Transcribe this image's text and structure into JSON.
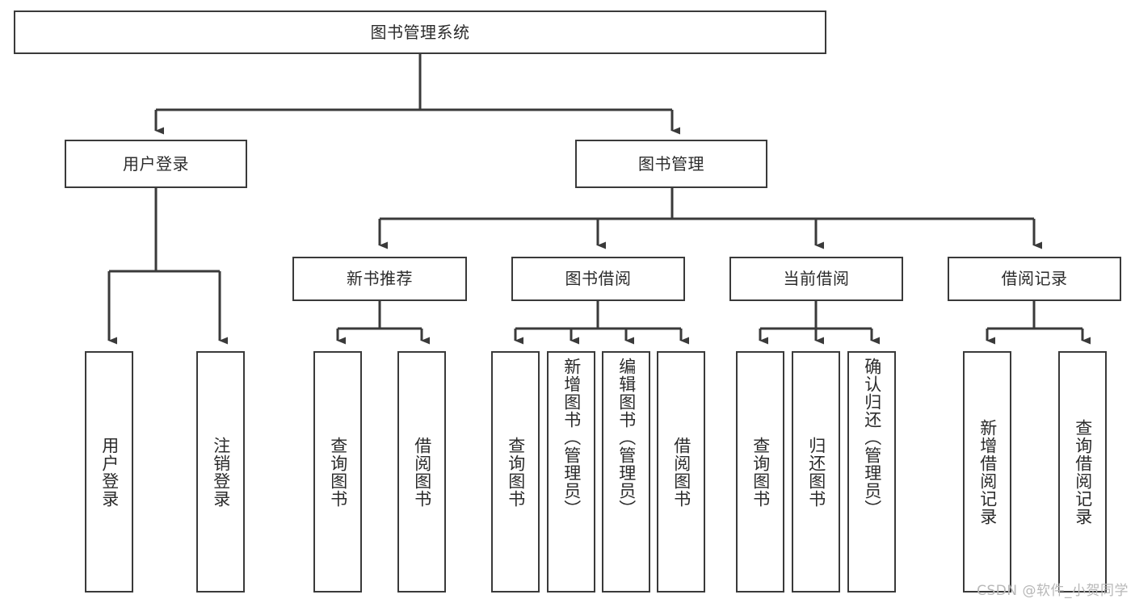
{
  "diagram": {
    "type": "tree-hierarchy-chart",
    "title_node": "图书管理系统",
    "stroke_color": "#3a3a3a",
    "text_color": "#2b2b2b",
    "background_color": "#ffffff",
    "levels": 4,
    "level1": [
      {
        "id": "root",
        "label": "图书管理系统"
      }
    ],
    "level2": [
      {
        "id": "user-login",
        "label": "用户登录"
      },
      {
        "id": "book-manage",
        "label": "图书管理"
      }
    ],
    "level3": [
      {
        "id": "new-book-recommend",
        "label": "新书推荐"
      },
      {
        "id": "book-borrow",
        "label": "图书借阅"
      },
      {
        "id": "current-borrow",
        "label": "当前借阅"
      },
      {
        "id": "borrow-record",
        "label": "借阅记录"
      }
    ],
    "leaves": {
      "user_login": [
        {
          "id": "leaf-user-login",
          "label": "用户登录"
        },
        {
          "id": "leaf-logout-login",
          "label": "注销登录"
        }
      ],
      "new_book_recommend": [
        {
          "id": "leaf-query-book-1",
          "label": "查询图书"
        },
        {
          "id": "leaf-borrow-book-1",
          "label": "借阅图书"
        }
      ],
      "book_borrow": [
        {
          "id": "leaf-query-book-2",
          "label": "查询图书"
        },
        {
          "id": "leaf-add-book",
          "label": "新增图书（管理员）"
        },
        {
          "id": "leaf-edit-book",
          "label": "编辑图书（管理员）"
        },
        {
          "id": "leaf-borrow-book-2",
          "label": "借阅图书"
        }
      ],
      "current_borrow": [
        {
          "id": "leaf-query-book-3",
          "label": "查询图书"
        },
        {
          "id": "leaf-return-book",
          "label": "归还图书"
        },
        {
          "id": "leaf-confirm-return",
          "label": "确认归还（管理员）"
        }
      ],
      "borrow_record": [
        {
          "id": "leaf-add-borrow-record",
          "label": "新增借阅记录"
        },
        {
          "id": "leaf-query-borrow-record",
          "label": "查询借阅记录"
        }
      ]
    }
  },
  "watermark": {
    "text": "CSDN @软件_小贺同学"
  }
}
